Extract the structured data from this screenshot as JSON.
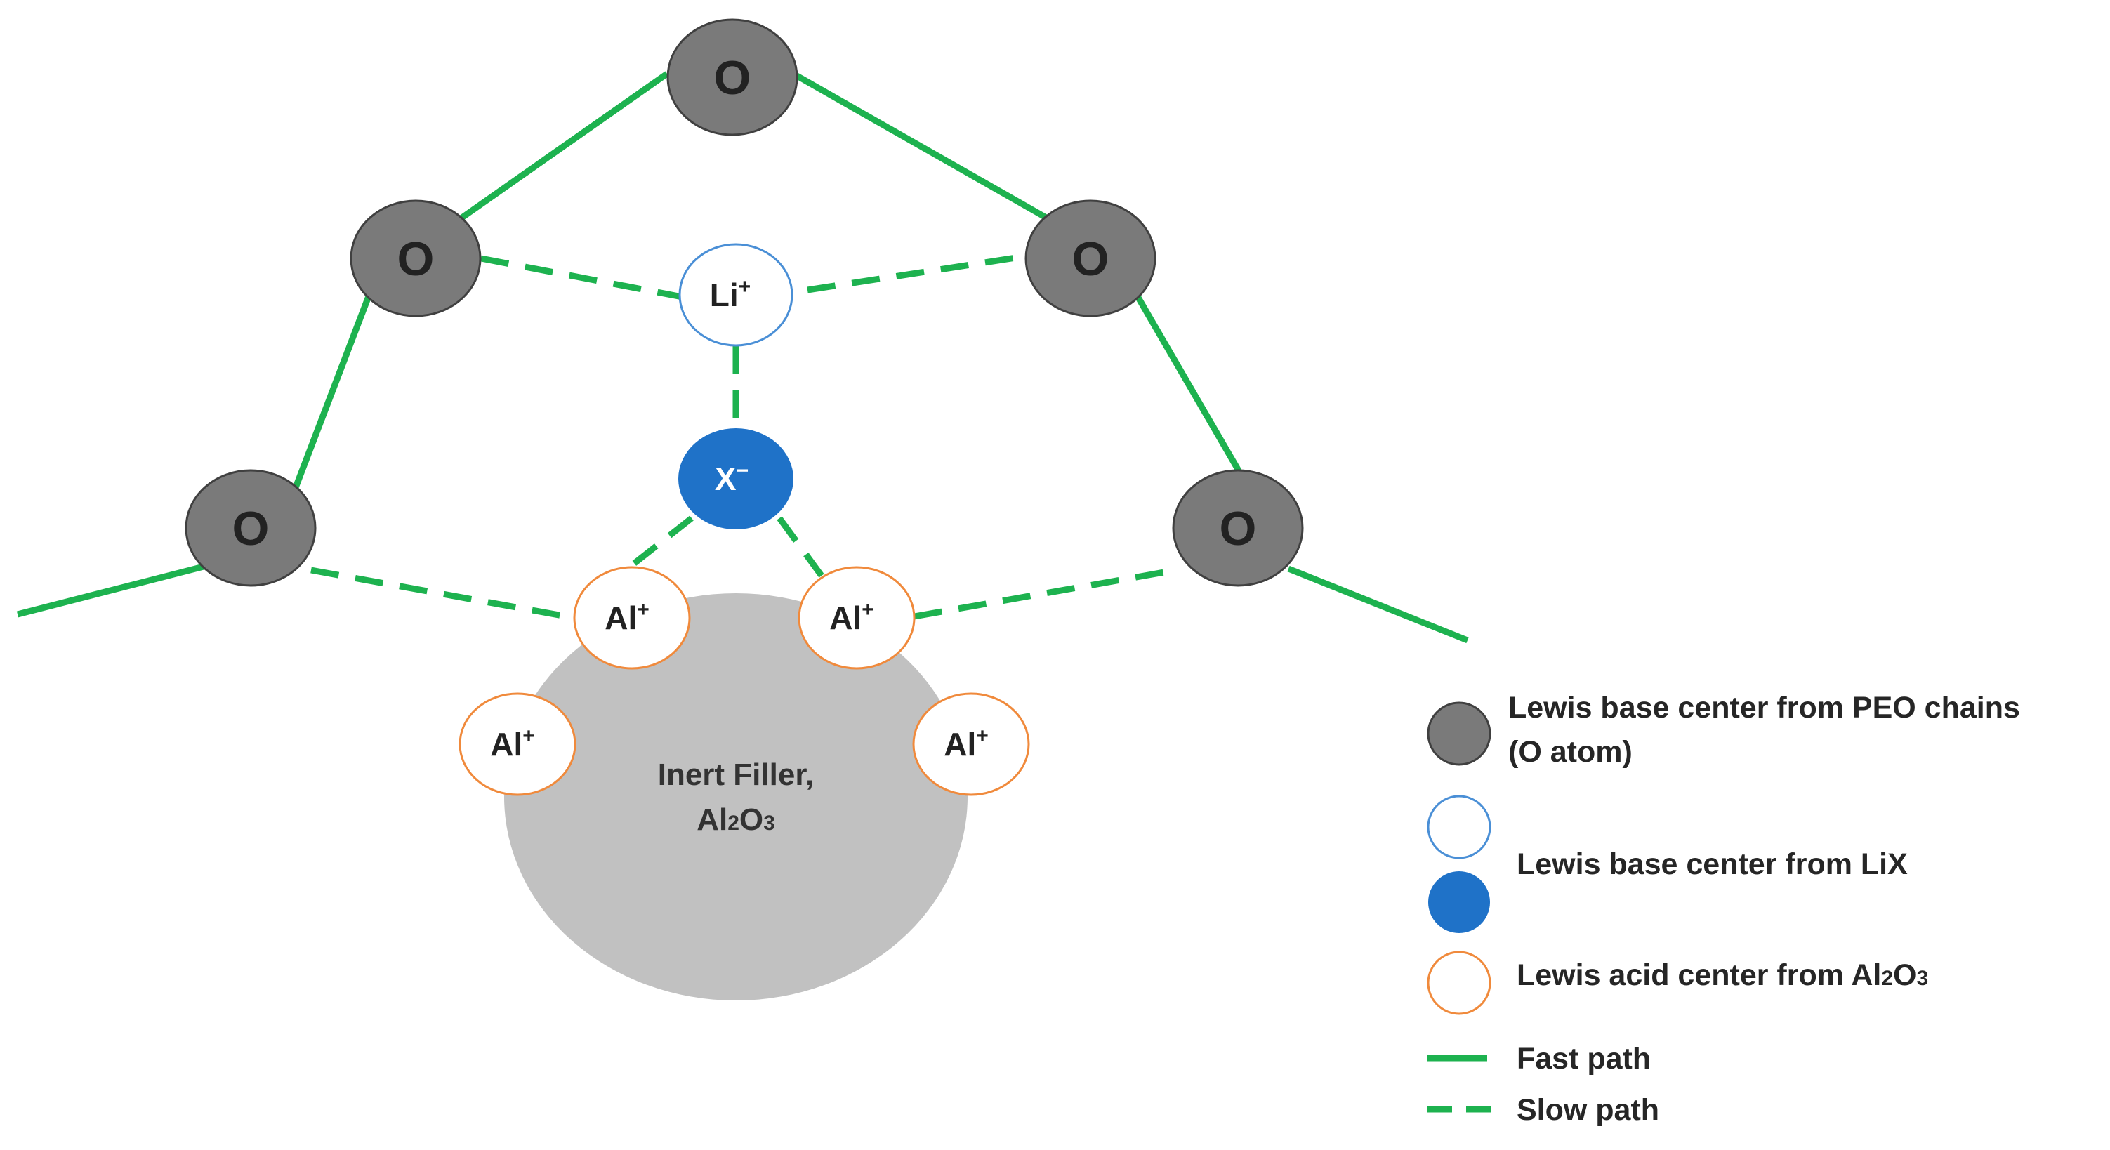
{
  "colors": {
    "fast_path": "#1db24f",
    "slow_path": "#1db24f",
    "oxygen_fill": "#7a7a7a",
    "lix_anion_fill": "#1f72c8",
    "li_outline": "#4a8fd6",
    "al_outline": "#f08a3c",
    "filler_fill": "#c1c1c1"
  },
  "oxygen_label": "O",
  "li_ion": {
    "base": "Li",
    "charge": "+"
  },
  "anion": {
    "base": "X",
    "charge": "−"
  },
  "al_ion": {
    "base": "Al",
    "charge": "+"
  },
  "filler": {
    "line1": "Inert Filler,",
    "line2_a": "Al",
    "line2_sub": "2",
    "line2_b": "O",
    "line2_sub2": "3"
  },
  "legend": {
    "peo": {
      "line1": "Lewis base center from PEO chains",
      "line2": "(O atom)",
      "icon": "gray-filled-circle"
    },
    "lix": {
      "text": "Lewis base center from LiX",
      "icons": [
        "blue-outline-circle",
        "blue-filled-circle"
      ]
    },
    "al2o3": {
      "text_a": "Lewis acid center from Al",
      "sub": "2",
      "text_b": "O",
      "sub2": "3",
      "icon": "orange-outline-circle"
    },
    "fast": {
      "text": "Fast path",
      "icon": "solid-green-line"
    },
    "slow": {
      "text": "Slow path",
      "icon": "dashed-green-line"
    }
  }
}
